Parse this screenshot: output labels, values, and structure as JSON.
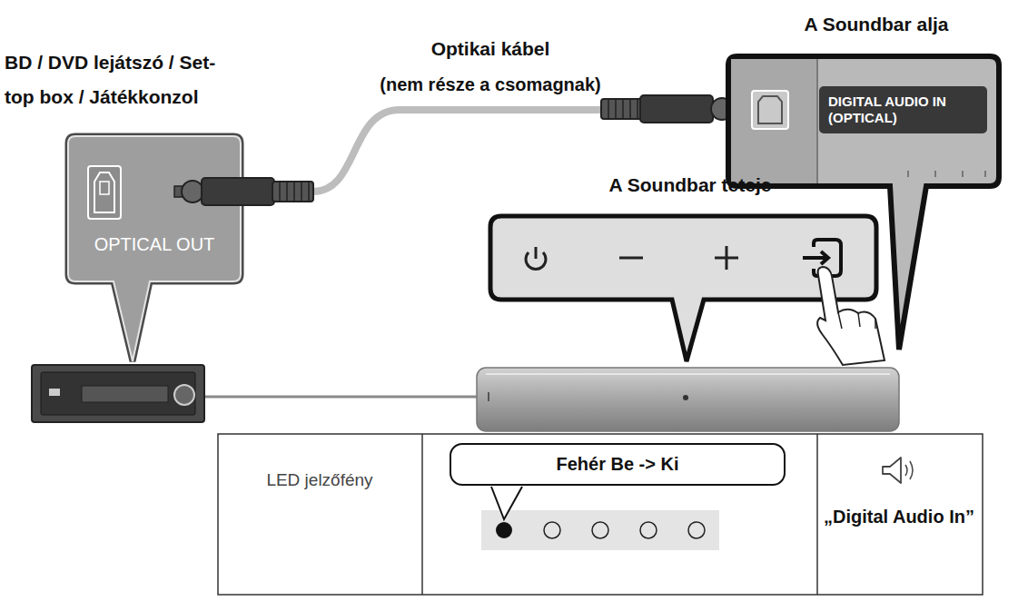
{
  "diagram": {
    "nodes": [
      {
        "text": [
          "OPTICAL OUT"
        ]
      },
      {
        "text": [
          "DIGITAL AUDIO IN (OPTICAL)"
        ]
      },
      {
        "text": [
          "Fehér Be -> Ki"
        ]
      }
    ],
    "edges": [
      {
        "from": 0,
        "to": 1,
        "arrow": "none"
      }
    ],
    "labels": [
      "BD / DVD lejátszó / Set-top box / Játékkonzol",
      "Optikai kábel",
      "(nem része a csomagnak)",
      "A Soundbar alja",
      "A Soundbar teteje",
      "LED jelzőfény",
      "„Digital Audio In”"
    ]
  }
}
